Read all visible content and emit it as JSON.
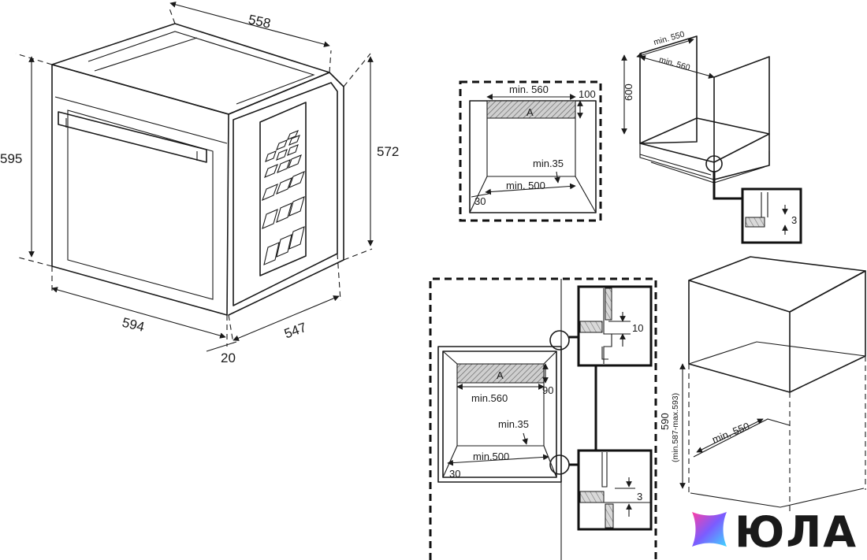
{
  "oven": {
    "width_top": "558",
    "height_left": "595",
    "height_right": "572",
    "width_front": "594",
    "depth": "547",
    "panel": "20"
  },
  "undercounter_detail": {
    "min_width": "min. 560",
    "gap_top": "100",
    "area": "A",
    "min_gap": "min.35",
    "min_depth": "min. 500",
    "corner": "30"
  },
  "cabinet_top": {
    "min_a": "min. 550",
    "min_b": "min. 560",
    "height": "600",
    "detail": "3"
  },
  "column_detail": {
    "area": "A",
    "gap_top": "90",
    "min_width": "min.560",
    "min_gap": "min.35",
    "min_depth": "min.500",
    "corner": "30",
    "detail_top": "10",
    "detail_bottom": "3"
  },
  "column_cabinet": {
    "min_width": "min. 550",
    "height": "590",
    "height_range": "(min.587-max.593)"
  },
  "logo": {
    "text": "ЮЛА",
    "colors": [
      "#ff3fa4",
      "#7b5cff",
      "#3fd7ff"
    ]
  }
}
